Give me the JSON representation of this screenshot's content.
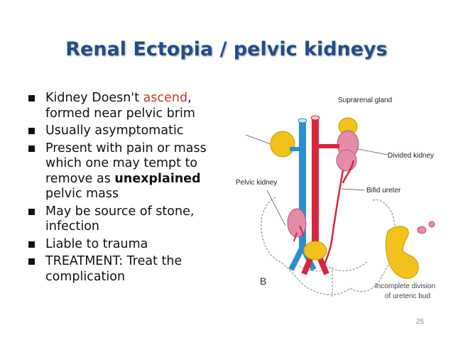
{
  "title": "Renal Ectopia / pelvic kidneys",
  "bullets": [
    {
      "pre": "Kidney Doesn't ",
      "highlight": "ascend",
      "post": ", formed near pelvic brim"
    },
    {
      "text": "Usually asymptomatic"
    },
    {
      "pre": "Present with pain or mass which one may tempt to remove as ",
      "bold": "unexplained",
      "post": " pelvic mass"
    },
    {
      "text": "May be source of stone, infection"
    },
    {
      "text": "Liable to trauma"
    },
    {
      "text": "TREATMENT: Treat the complication"
    }
  ],
  "figure": {
    "labels": {
      "suprarenal": "Suprarenal gland",
      "divided": "Divided kidney",
      "pelvic": "Pelvic kidney",
      "bifid": "Bifid ureter",
      "panel": "B",
      "incomplete_1": "Incomplete division",
      "incomplete_2": "of ureteric bud"
    }
  },
  "page_number": "25",
  "colors": {
    "title": "#1f4e8c",
    "highlight": "#c0392b",
    "artery": "#d7263d",
    "vein": "#2a8fd1",
    "kidney": "#e58aa8",
    "gland": "#f2c21b"
  }
}
